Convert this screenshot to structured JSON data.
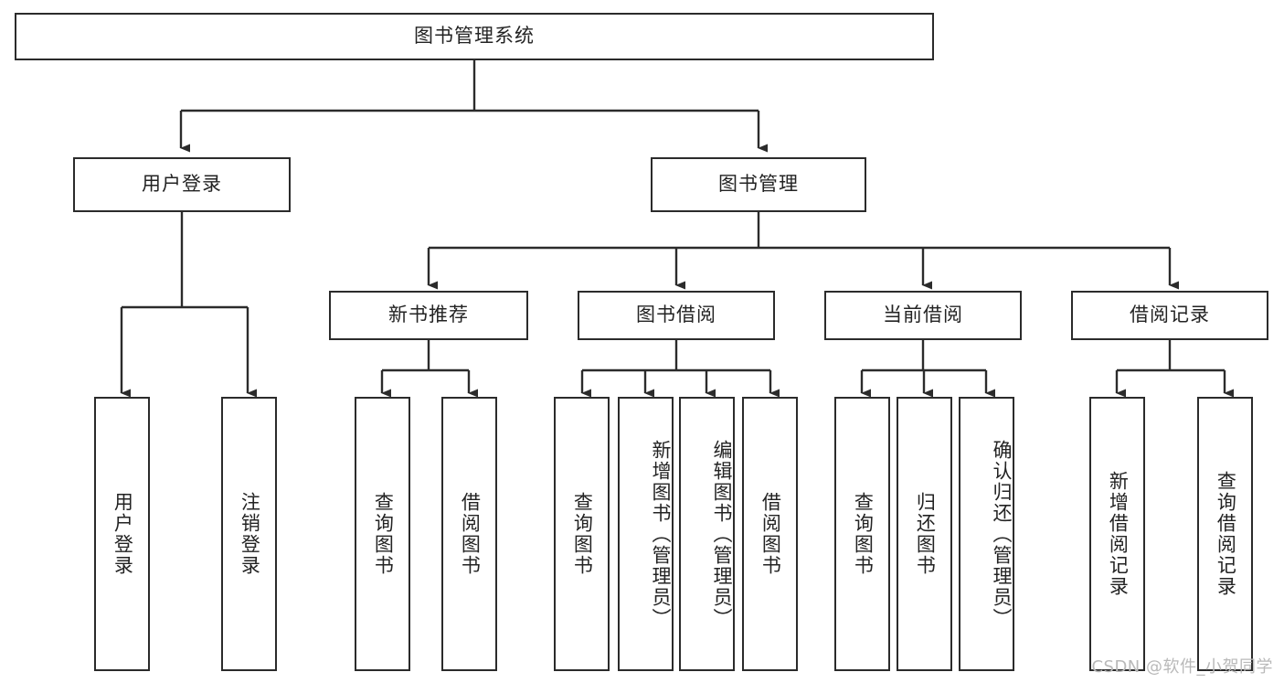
{
  "diagram": {
    "type": "tree",
    "title": "图书管理系统",
    "watermark": "CSDN @软件_小贺同学",
    "colors": {
      "box_border": "#2b2b2b",
      "box_fill": "#ffffff",
      "edge": "#2b2b2b",
      "text": "#232323",
      "watermark": "#b9b9b9"
    },
    "levels": [
      {
        "level": 1,
        "nodes": [
          {
            "id": "root",
            "label": "图书管理系统",
            "orientation": "horizontal"
          }
        ]
      },
      {
        "level": 2,
        "nodes": [
          {
            "id": "user-login",
            "label": "用户登录",
            "orientation": "horizontal",
            "parent": "root"
          },
          {
            "id": "book-manage",
            "label": "图书管理",
            "orientation": "horizontal",
            "parent": "root"
          }
        ]
      },
      {
        "level": 3,
        "nodes": [
          {
            "id": "new-book-rec",
            "label": "新书推荐",
            "orientation": "horizontal",
            "parent": "book-manage"
          },
          {
            "id": "book-borrow",
            "label": "图书借阅",
            "orientation": "horizontal",
            "parent": "book-manage"
          },
          {
            "id": "current-borrow",
            "label": "当前借阅",
            "orientation": "horizontal",
            "parent": "book-manage"
          },
          {
            "id": "borrow-record",
            "label": "借阅记录",
            "orientation": "horizontal",
            "parent": "book-manage"
          }
        ]
      },
      {
        "level": 4,
        "nodes": [
          {
            "id": "leaf-user-login",
            "label": "用户登录",
            "orientation": "vertical",
            "parent": "user-login"
          },
          {
            "id": "leaf-logout",
            "label": "注销登录",
            "orientation": "vertical",
            "parent": "user-login"
          },
          {
            "id": "leaf-query-book-1",
            "label": "查询图书",
            "orientation": "vertical",
            "parent": "new-book-rec"
          },
          {
            "id": "leaf-borrow-book-1",
            "label": "借阅图书",
            "orientation": "vertical",
            "parent": "new-book-rec"
          },
          {
            "id": "leaf-query-book-2",
            "label": "查询图书",
            "orientation": "vertical",
            "parent": "book-borrow"
          },
          {
            "id": "leaf-add-book",
            "label": "新增图书（管理员）",
            "orientation": "vertical",
            "parent": "book-borrow"
          },
          {
            "id": "leaf-edit-book",
            "label": "编辑图书（管理员）",
            "orientation": "vertical",
            "parent": "book-borrow"
          },
          {
            "id": "leaf-borrow-book-2",
            "label": "借阅图书",
            "orientation": "vertical",
            "parent": "book-borrow"
          },
          {
            "id": "leaf-query-book-3",
            "label": "查询图书",
            "orientation": "vertical",
            "parent": "current-borrow"
          },
          {
            "id": "leaf-return-book",
            "label": "归还图书",
            "orientation": "vertical",
            "parent": "current-borrow"
          },
          {
            "id": "leaf-confirm-return",
            "label": "确认归还（管理员）",
            "orientation": "vertical",
            "parent": "current-borrow"
          },
          {
            "id": "leaf-add-record",
            "label": "新增借阅记录",
            "orientation": "vertical",
            "parent": "borrow-record"
          },
          {
            "id": "leaf-query-record",
            "label": "查询借阅记录",
            "orientation": "vertical",
            "parent": "borrow-record"
          }
        ]
      }
    ]
  }
}
